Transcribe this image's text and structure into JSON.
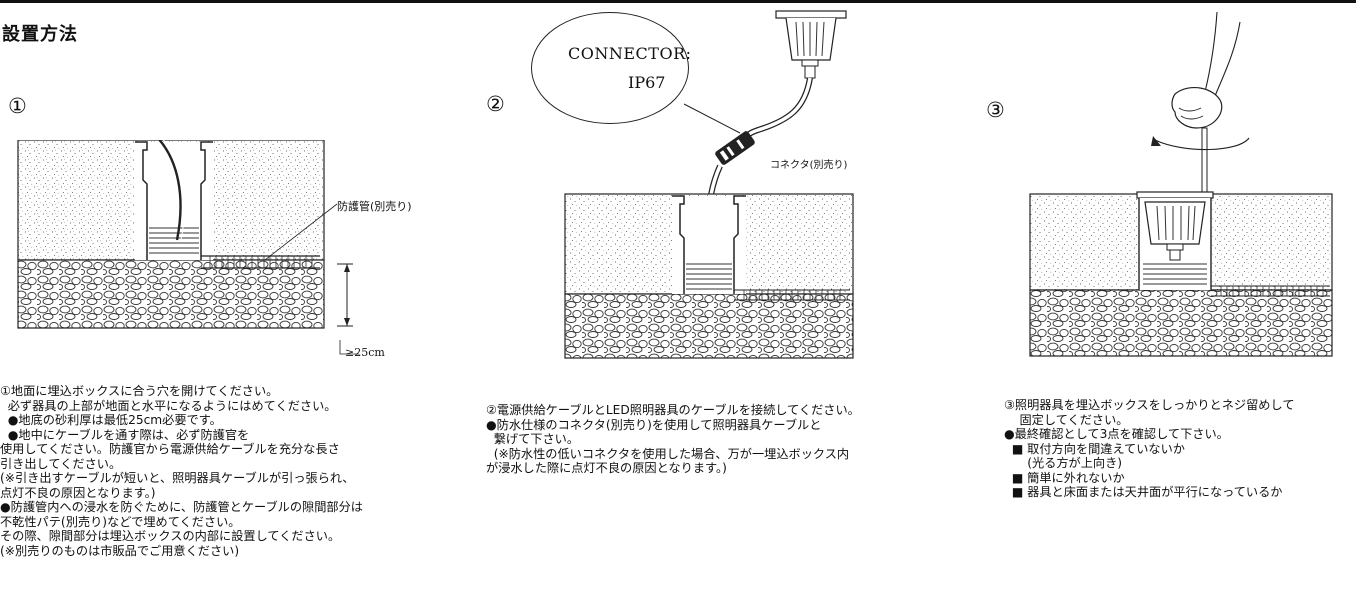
{
  "page": {
    "title": "設置方法"
  },
  "steps": [
    {
      "number": "①",
      "note_label": "防護管(別売り)",
      "dimension": "≥25cm",
      "lines": [
        "①地面に埋込ボックスに合う穴を開けてください。",
        "  必ず器具の上部が地面と水平になるようにはめてください。",
        "  ●地底の砂利厚は最低25cm必要です。",
        "  ●地中にケーブルを通す際は、必ず防護官を",
        "使用してください。防護官から電源供給ケーブルを充分な長さ",
        "引き出してください。",
        "(※引き出すケーブルが短いと、照明器具ケーブルが引っ張られ、",
        "点灯不良の原因となります。)",
        "●防護管内への浸水を防ぐために、防護管とケーブルの隙間部分は",
        "不乾性パテ(別売り)などで埋めてください。",
        "その際、隙間部分は埋込ボックスの内部に設置してください。",
        "(※別売りのものは市販品でご用意ください)"
      ]
    },
    {
      "number": "②",
      "connector_line1": "CONNECTOR:",
      "connector_line2": "IP67",
      "note_label": "コネクタ(別売り)",
      "lines": [
        "②電源供給ケーブルとLED照明器具のケーブルを接続してください。",
        "●防水仕様のコネクタ(別売り)を使用して照明器具ケーブルと",
        "  繋げて下さい。",
        "  (※防水性の低いコネクタを使用した場合、万が一埋込ボックス内",
        "が浸水した際に点灯不良の原因となります。)"
      ]
    },
    {
      "number": "③",
      "lines": [
        "③照明器具を埋込ボックスをしっかりとネジ留めして",
        "    固定してください。",
        "●最終確認として3点を確認して下さい。",
        "  ■ 取付方向を間違えていないか",
        "      (光る方が上向き)",
        "  ■ 簡単に外れないか",
        "  ■ 器具と床面または天井面が平行になっているか"
      ]
    }
  ],
  "colors": {
    "line": "#222222",
    "background": "#ffffff"
  }
}
